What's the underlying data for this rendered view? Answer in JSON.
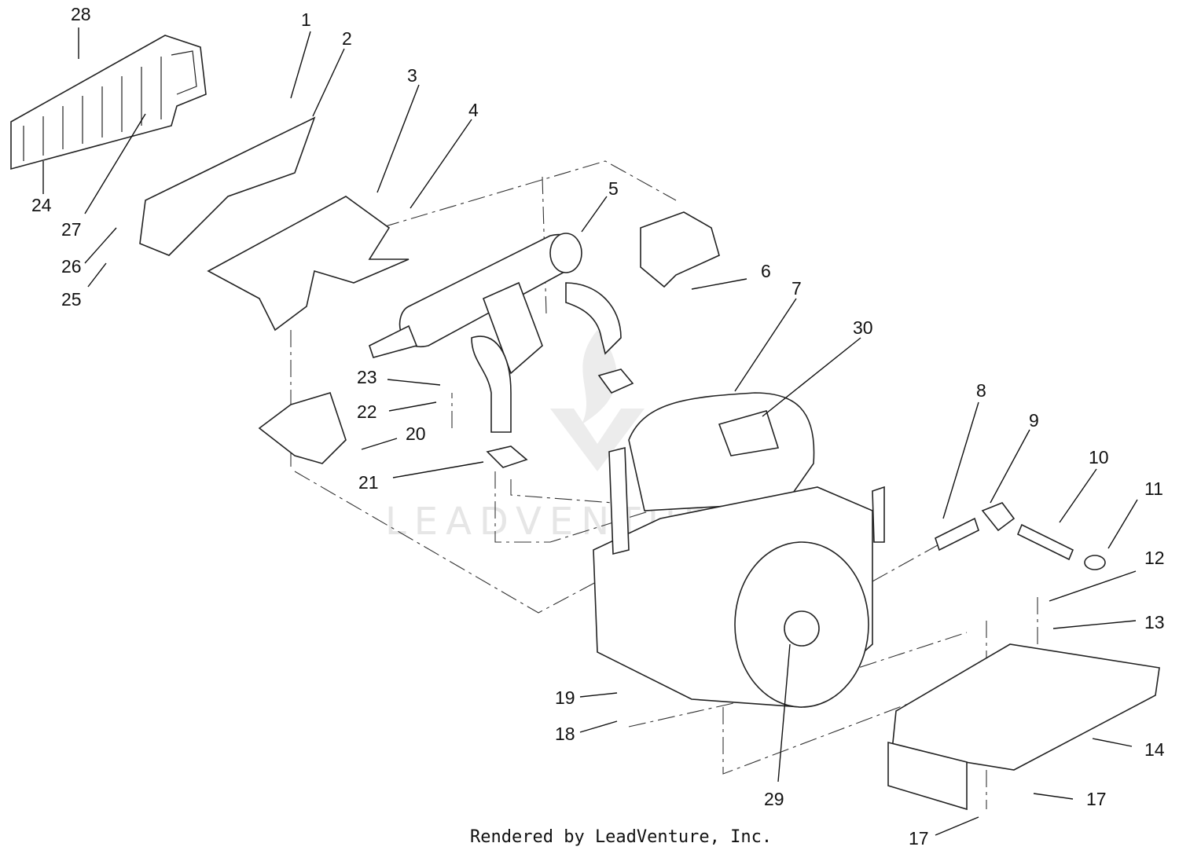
{
  "diagram": {
    "watermark": "LEADVENTURE",
    "footer": "Rendered by LeadVenture, Inc.",
    "callouts": [
      "1",
      "2",
      "3",
      "4",
      "5",
      "6",
      "7",
      "8",
      "9",
      "10",
      "11",
      "12",
      "13",
      "14",
      "17",
      "17",
      "18",
      "19",
      "20",
      "21",
      "22",
      "23",
      "24",
      "25",
      "26",
      "27",
      "28",
      "29",
      "30"
    ]
  }
}
